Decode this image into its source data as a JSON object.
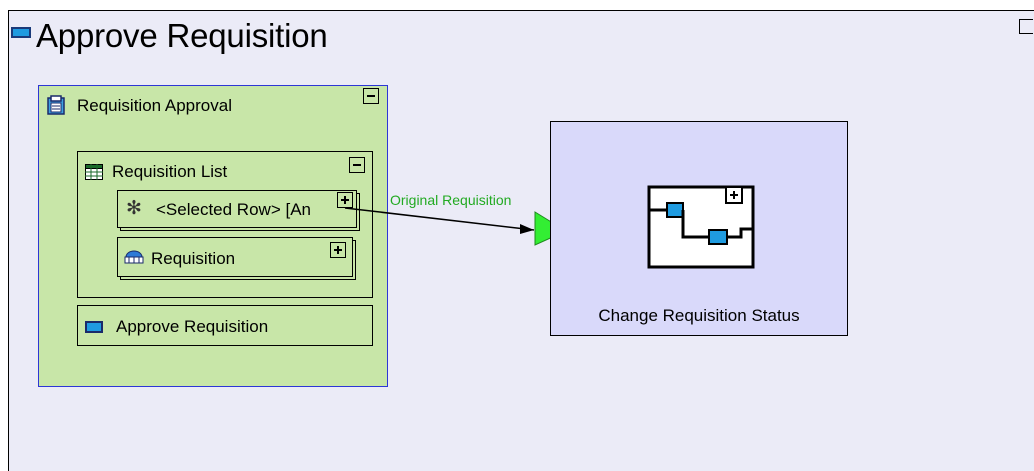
{
  "frame": {
    "title": "Approve Requisition"
  },
  "outer_card": {
    "title": "Requisition Approval"
  },
  "list_card": {
    "title": "Requisition List",
    "rows": [
      {
        "label": "<Selected Row> [An",
        "icon": "asterisk-icon"
      },
      {
        "label": "Requisition",
        "icon": "entity-icon"
      }
    ]
  },
  "action_card": {
    "label": "Approve Requisition"
  },
  "connector": {
    "label": "Original Requisition",
    "color": "#22aa22"
  },
  "process": {
    "label": "Change Requisition Status"
  },
  "colors": {
    "canvas": "#ebebf7",
    "card_fill": "#c8e6a8",
    "card_border": "#2d36d6",
    "process_fill": "#d9d9fa",
    "arrow_fill": "#33ee33",
    "node_fill": "#1f9be0"
  }
}
